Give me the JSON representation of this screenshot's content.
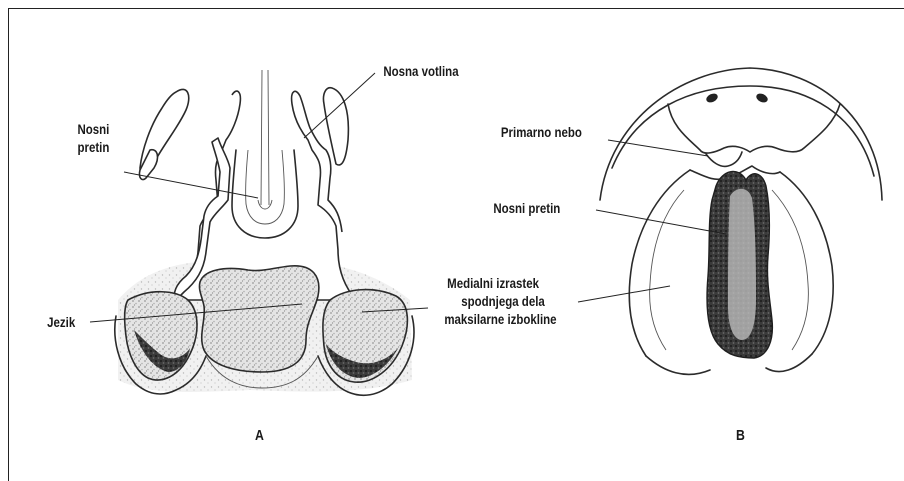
{
  "labels_a": {
    "nosna_votlina": "Nosna votlina",
    "nosni_pretin_line1": "Nosni",
    "nosni_pretin_line2": "pretin",
    "jezik": "Jezik"
  },
  "labels_b": {
    "primarno_nebo": "Primarno nebo",
    "nosni_pretin": "Nosni pretin",
    "medialni_line1": "Medialni izrastek",
    "medialni_line2": "spodnjega dela",
    "medialni_line3": "maksilarne izbokline"
  },
  "panels": {
    "a": "A",
    "b": "B"
  }
}
